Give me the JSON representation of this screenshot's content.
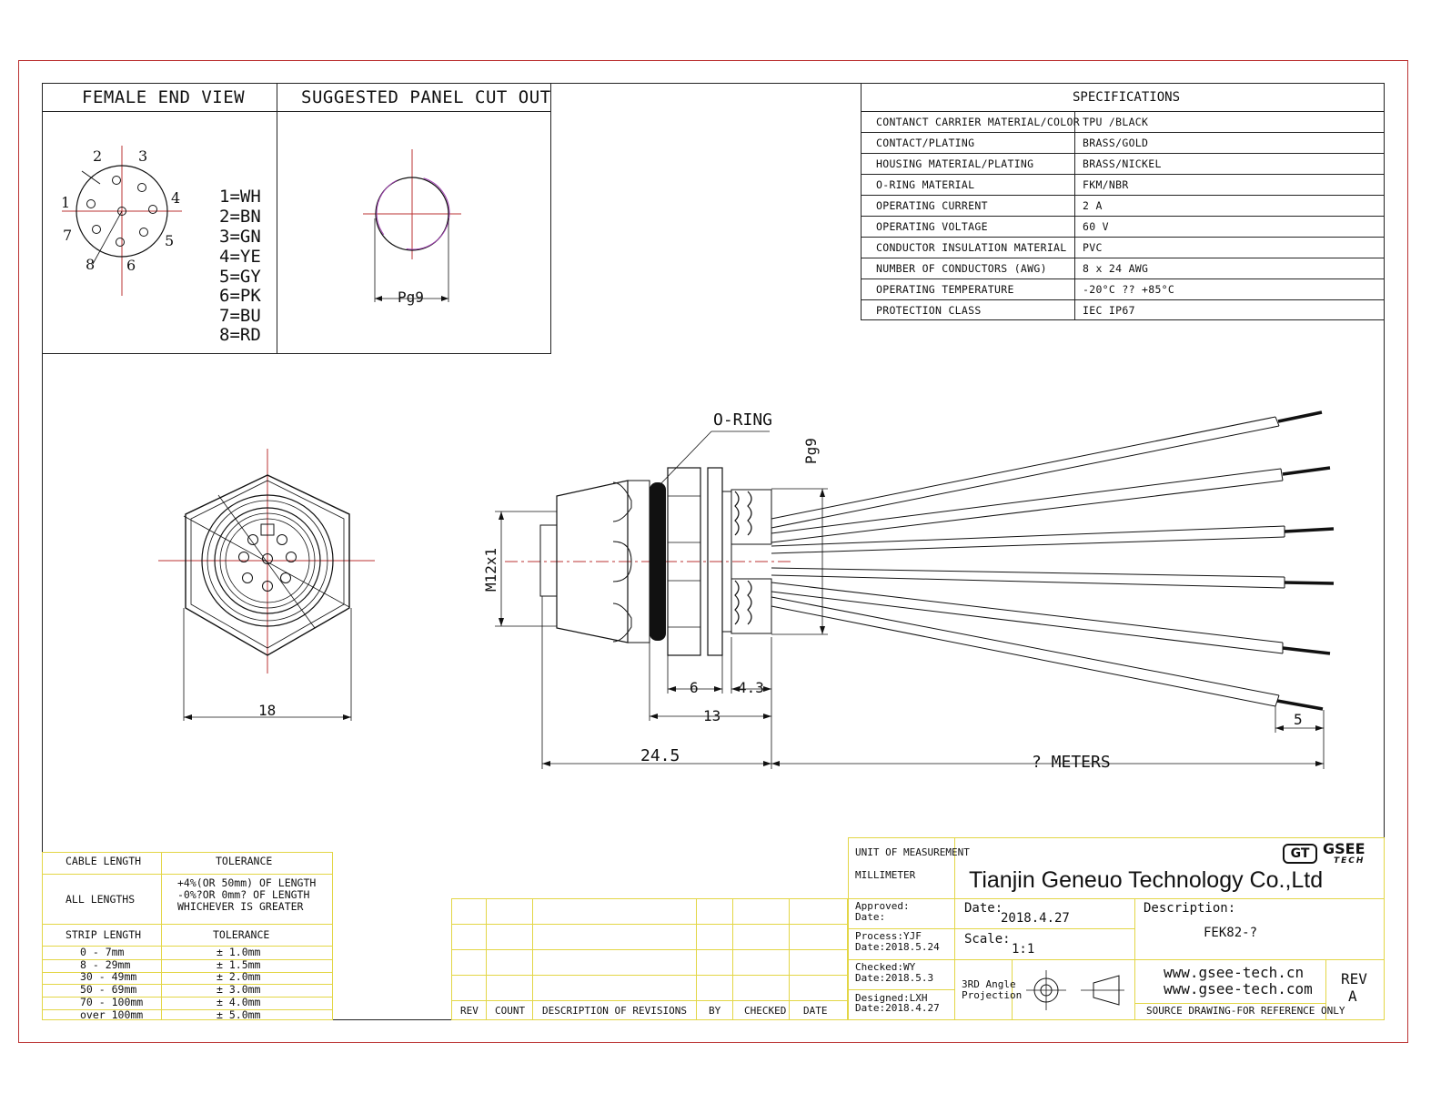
{
  "views": {
    "female_end_view": "FEMALE END VIEW",
    "panel_cut_out": "SUGGESTED PANEL CUT OUT",
    "pin_numbers": [
      "1",
      "2",
      "3",
      "4",
      "5",
      "6",
      "7",
      "8"
    ],
    "pin_colors": [
      "1=WH",
      "2=BN",
      "3=GN",
      "4=YE",
      "5=GY",
      "6=PK",
      "7=BU",
      "8=RD"
    ],
    "cutout_label": "Pg9"
  },
  "specifications": {
    "title": "SPECIFICATIONS",
    "rows": [
      {
        "label": "CONTANCT CARRIER MATERIAL/COLOR",
        "value": "TPU /BLACK"
      },
      {
        "label": "CONTACT/PLATING",
        "value": "BRASS/GOLD"
      },
      {
        "label": "HOUSING MATERIAL/PLATING",
        "value": "BRASS/NICKEL"
      },
      {
        "label": "O-RING MATERIAL",
        "value": "FKM/NBR"
      },
      {
        "label": "OPERATING CURRENT",
        "value": "2 A"
      },
      {
        "label": "OPERATING VOLTAGE",
        "value": "60 V"
      },
      {
        "label": "CONDUCTOR INSULATION MATERIAL",
        "value": "PVC"
      },
      {
        "label": "NUMBER OF CONDUCTORS (AWG)",
        "value": "8 x 24 AWG"
      },
      {
        "label": "OPERATING TEMPERATURE",
        "value": "-20°C ?? +85°C"
      },
      {
        "label": "PROTECTION CLASS",
        "value": "IEC  IP67"
      }
    ]
  },
  "drawing": {
    "o_ring": "O-RING",
    "pg9": "Pg9",
    "thread": "M12x1",
    "dim_18": "18",
    "dim_6": "6",
    "dim_4_3": "4.3",
    "dim_13": "13",
    "dim_24_5": "24.5",
    "dim_5": "5",
    "meters": "? METERS"
  },
  "tolerance_table": {
    "cable_length": "CABLE LENGTH",
    "tolerance": "TOLERANCE",
    "all_lengths": "ALL LENGTHS",
    "all_tol_lines": [
      "+4%(OR 50mm) OF LENGTH",
      "-0%?OR 0mm? OF LENGTH",
      "WHICHEVER  IS  GREATER"
    ],
    "strip_length": "STRIP LENGTH",
    "strip_tolerance": "TOLERANCE",
    "strip_rows": [
      {
        "len": "0 - 7mm",
        "tol": "± 1.0mm"
      },
      {
        "len": "8 - 29mm",
        "tol": "± 1.5mm"
      },
      {
        "len": "30 - 49mm",
        "tol": "± 2.0mm"
      },
      {
        "len": "50 - 69mm",
        "tol": "± 3.0mm"
      },
      {
        "len": "70 - 100mm",
        "tol": "± 4.0mm"
      },
      {
        "len": "over 100mm",
        "tol": "± 5.0mm"
      }
    ]
  },
  "revisions": {
    "headers": [
      "REV",
      "COUNT",
      "DESCRIPTION  OF  REVISIONS",
      "BY",
      "CHECKED",
      "DATE"
    ]
  },
  "title_block": {
    "unit_label": "UNIT OF MEASUREMENT",
    "unit_value": "MILLIMETER",
    "company": "Tianjin Geneuo Technology Co.,Ltd",
    "logo_gt": "GT",
    "logo_gsee": "GSEE",
    "logo_tech": "TECH",
    "approved": "Approved:",
    "approved_date": "Date:",
    "process": "Process:YJF",
    "process_date": "Date:2018.5.24",
    "checked": "Checked:WY",
    "checked_date": "Date:2018.5.3",
    "designed": "Designed:LXH",
    "designed_date": "Date:2018.4.27",
    "date_label": "Date:",
    "date_value": "2018.4.27",
    "scale_label": "Scale:",
    "scale_value": "1:1",
    "description_label": "Description:",
    "description_value": "FEK82-?",
    "projection": [
      "3RD Angle",
      "Projection"
    ],
    "website1": "www.gsee-tech.cn",
    "website2": "www.gsee-tech.com",
    "rev_label": "REV",
    "rev_value": "A",
    "source_note": "SOURCE DRAWING-FOR REFERENCE ONLY"
  }
}
